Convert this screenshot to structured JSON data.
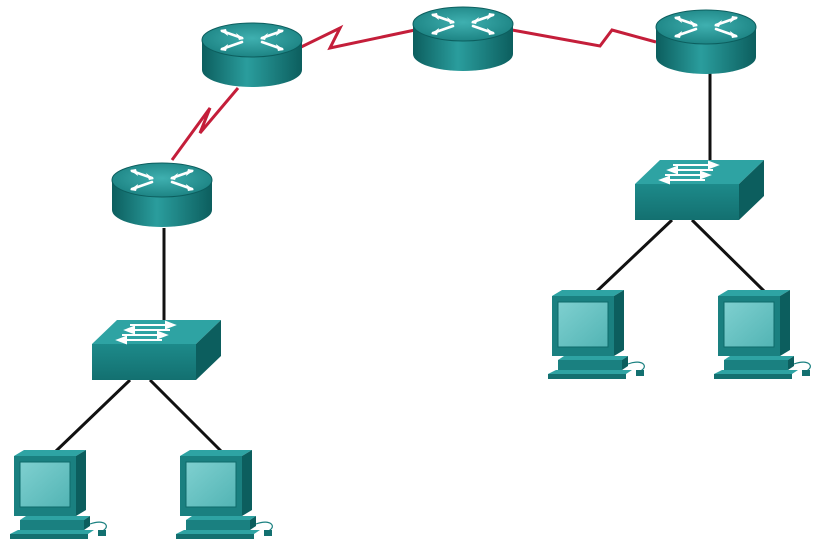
{
  "diagram": {
    "nodes": [
      {
        "id": "r1",
        "type": "router",
        "icon": "router-icon"
      },
      {
        "id": "r2",
        "type": "router",
        "icon": "router-icon"
      },
      {
        "id": "r3",
        "type": "router",
        "icon": "router-icon"
      },
      {
        "id": "r4",
        "type": "router",
        "icon": "router-icon"
      },
      {
        "id": "s1",
        "type": "switch",
        "icon": "switch-icon"
      },
      {
        "id": "s2",
        "type": "switch",
        "icon": "switch-icon"
      },
      {
        "id": "pc1",
        "type": "pc",
        "icon": "pc-icon"
      },
      {
        "id": "pc2",
        "type": "pc",
        "icon": "pc-icon"
      },
      {
        "id": "pc3",
        "type": "pc",
        "icon": "pc-icon"
      },
      {
        "id": "pc4",
        "type": "pc",
        "icon": "pc-icon"
      }
    ],
    "links": [
      {
        "from": "r1",
        "to": "r2",
        "medium": "serial"
      },
      {
        "from": "r2",
        "to": "r3",
        "medium": "serial"
      },
      {
        "from": "r3",
        "to": "r4",
        "medium": "serial"
      },
      {
        "from": "r1",
        "to": "s1",
        "medium": "ethernet"
      },
      {
        "from": "s1",
        "to": "pc1",
        "medium": "ethernet"
      },
      {
        "from": "s1",
        "to": "pc2",
        "medium": "ethernet"
      },
      {
        "from": "r4",
        "to": "s2",
        "medium": "ethernet"
      },
      {
        "from": "s2",
        "to": "pc3",
        "medium": "ethernet"
      },
      {
        "from": "s2",
        "to": "pc4",
        "medium": "ethernet"
      }
    ],
    "colors": {
      "serial_link": "#c41e3a",
      "ethernet_link": "#111111",
      "device_teal": "#1f8c8c",
      "device_dark": "#0f6c6c",
      "screen": "#66c2c2"
    }
  }
}
